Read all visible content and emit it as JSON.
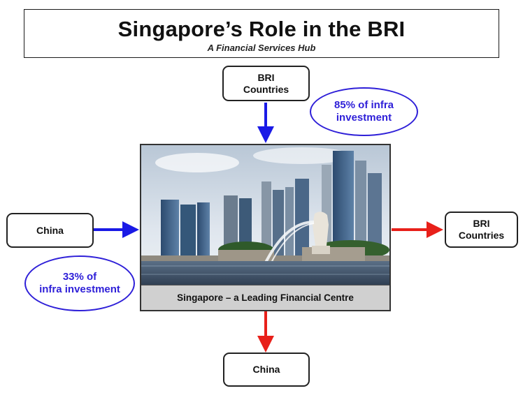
{
  "title": "Singapore’s Role in the BRI",
  "subtitle": "A Financial Services Hub",
  "nodes": {
    "bri_top": "BRI\nCountries",
    "china_left": "China",
    "bri_right": "BRI\nCountries",
    "china_bottom": "China"
  },
  "annotations": {
    "top_right": "85% of infra\ninvestment",
    "bottom_left": "33% of\ninfra investment"
  },
  "photo": {
    "caption": "Singapore – a Leading Financial Centre",
    "description_icon": "singapore-skyline-merlion-photo"
  },
  "colors": {
    "inflow_arrow": "#1a1ae6",
    "outflow_arrow": "#e8201a",
    "annotation": "#2e1fd8"
  }
}
